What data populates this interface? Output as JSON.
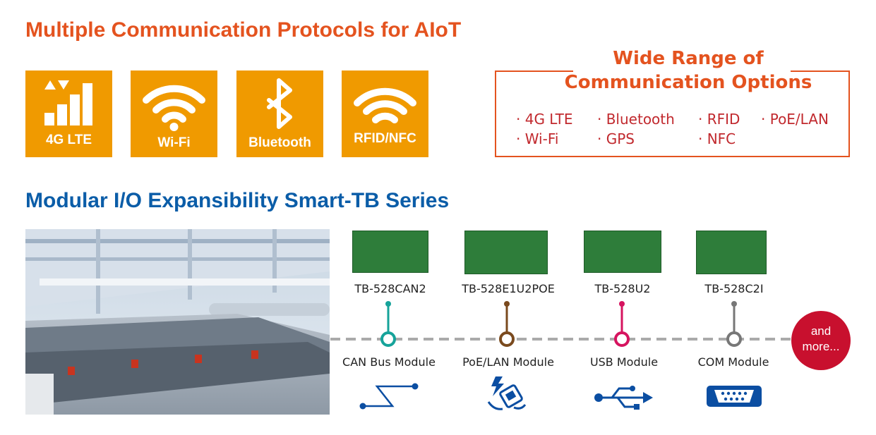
{
  "header1": "Multiple Communication Protocols for AIoT",
  "header2": "Modular I/O Expansibility Smart-TB Series",
  "tiles": [
    {
      "label": "4G LTE",
      "icon": "signal-bars-icon"
    },
    {
      "label": "Wi-Fi",
      "icon": "wifi-icon"
    },
    {
      "label": "Bluetooth",
      "icon": "bluetooth-icon"
    },
    {
      "label": "RFID/NFC",
      "icon": "rfid-icon"
    }
  ],
  "options_box": {
    "title_line1": "Wide Range of",
    "title_line2": "Communication Options",
    "options": [
      "· 4G LTE",
      "· Bluetooth",
      "· RFID",
      "· PoE/LAN",
      "· Wi-Fi",
      "· GPS",
      "· NFC"
    ]
  },
  "modules": [
    {
      "model": "TB-528CAN2",
      "label": "CAN Bus Module",
      "color": "#16a39a",
      "icon": "can-bus-icon"
    },
    {
      "model": "TB-528E1U2POE",
      "label": "PoE/LAN Module",
      "color": "#7a4a1e",
      "icon": "poe-lan-icon"
    },
    {
      "model": "TB-528U2",
      "label": "USB Module",
      "color": "#d6145f",
      "icon": "usb-icon"
    },
    {
      "model": "TB-528C2I",
      "label": "COM Module",
      "color": "#777777",
      "icon": "com-port-icon"
    }
  ],
  "more": {
    "line1": "and",
    "line2": "more..."
  },
  "colors": {
    "orange_tile": "#f09a00",
    "heading_orange": "#e4531f",
    "heading_blue": "#0b5da8",
    "option_red": "#c1292e",
    "icon_blue": "#0b4ea2",
    "more_red": "#c8102e"
  }
}
